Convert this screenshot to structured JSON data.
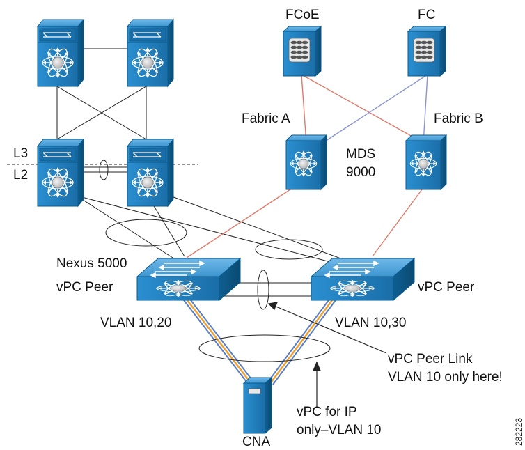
{
  "labels": {
    "fcoe": "FCoE",
    "fc": "FC",
    "fabric_a": "Fabric A",
    "fabric_b": "Fabric B",
    "mds_1": "MDS",
    "mds_2": "9000",
    "l3": "L3",
    "l2": "L2",
    "nexus": "Nexus 5000",
    "vpc_peer_left": "vPC Peer",
    "vpc_peer_right": "vPC Peer",
    "vlan_left": "VLAN 10,20",
    "vlan_right": "VLAN 10,30",
    "peer_link_1": "vPC Peer Link",
    "peer_link_2": "VLAN 10 only here!",
    "vpc_ip_1": "vPC for IP",
    "vpc_ip_2": "only–VLAN 10",
    "cna": "CNA",
    "figure_id": "282223"
  },
  "colors": {
    "device_blue": "#1f7fbf",
    "device_dark": "#0b5a8c",
    "san_line_red": "#e07a6a",
    "san_line_blue": "#8a95d0",
    "fcoe_orange": "#f0a030",
    "fcoe_blue": "#5a7ec0"
  }
}
